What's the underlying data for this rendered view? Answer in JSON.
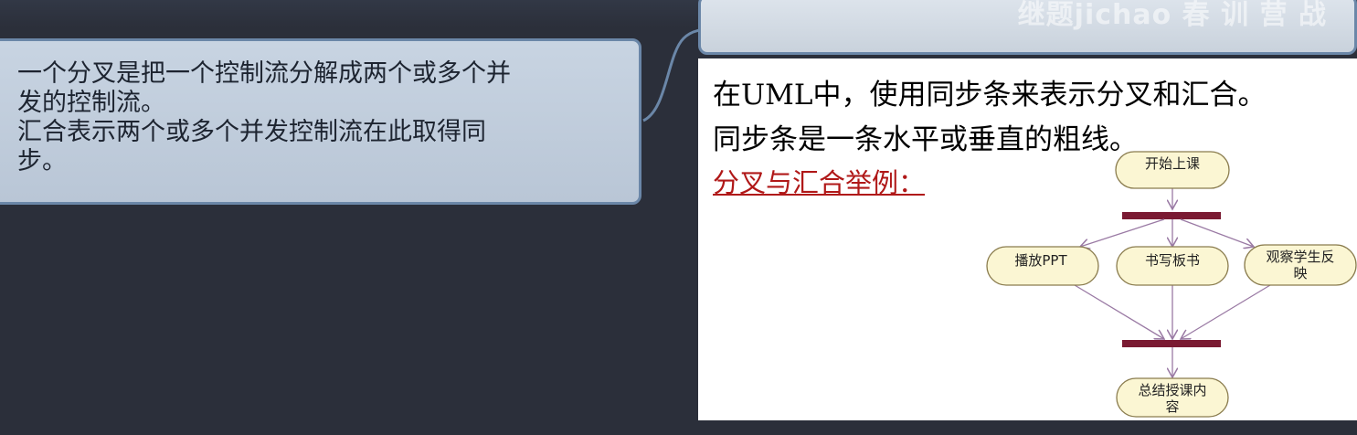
{
  "mindmap": {
    "topic_lines": [
      "一个分叉是把一个控制流分解成两个或多个并",
      "发的控制流。",
      "汇合表示两个或多个并发控制流在此取得同",
      "步。"
    ]
  },
  "slide": {
    "watermark": "继题jichao 春 训 营 战",
    "line1": "在UML中，使用同步条来表示分叉和汇合。",
    "line2": "同步条是一条水平或垂直的粗线。",
    "example_title": "分叉与汇合举例：",
    "diagram": {
      "start": "开始上课",
      "act1": "播放PPT",
      "act2": "书写板书",
      "act3_line1": "观察学生反",
      "act3_line2": "映",
      "end_line1": "总结授课内",
      "end_line2": "容"
    }
  }
}
